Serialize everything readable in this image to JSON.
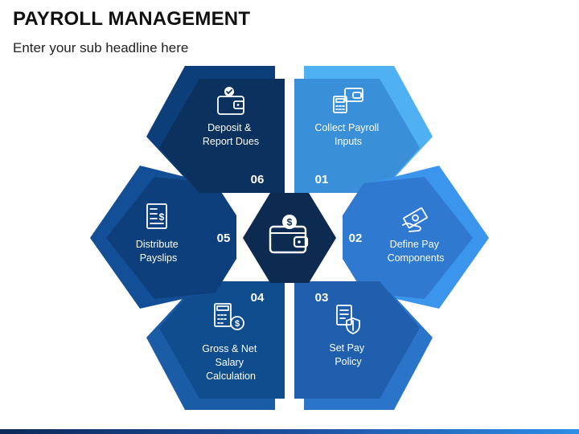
{
  "title": "PAYROLL MANAGEMENT",
  "subtitle": "Enter your sub headline here",
  "steps": [
    {
      "number": "01",
      "label_lines": [
        "Collect Payroll",
        "Inputs"
      ],
      "icon": "calculator-wallet-icon",
      "color": "#3a8fd9",
      "back_color": "#4fb0f2"
    },
    {
      "number": "02",
      "label_lines": [
        "Define Pay",
        "Components"
      ],
      "icon": "money-hand-icon",
      "color": "#2f7ad0",
      "back_color": "#3c95ec"
    },
    {
      "number": "03",
      "label_lines": [
        "Set Pay",
        "Policy"
      ],
      "icon": "policy-shield-icon",
      "color": "#1f5fae",
      "back_color": "#2a74c9"
    },
    {
      "number": "04",
      "label_lines": [
        "Gross & Net",
        "Salary",
        "Calculation"
      ],
      "icon": "calculator-money-icon",
      "color": "#104d8f",
      "back_color": "#1a5ca6"
    },
    {
      "number": "05",
      "label_lines": [
        "Distribute",
        "Payslips"
      ],
      "icon": "payslip-icon",
      "color": "#0c3f7c",
      "back_color": "#124f96"
    },
    {
      "number": "06",
      "label_lines": [
        "Deposit &",
        "Report Dues"
      ],
      "icon": "wallet-check-icon",
      "color": "#0b315f",
      "back_color": "#0c3f7a"
    }
  ],
  "center": {
    "icon": "wallet-dollar-icon",
    "color": "#0d2b50"
  }
}
